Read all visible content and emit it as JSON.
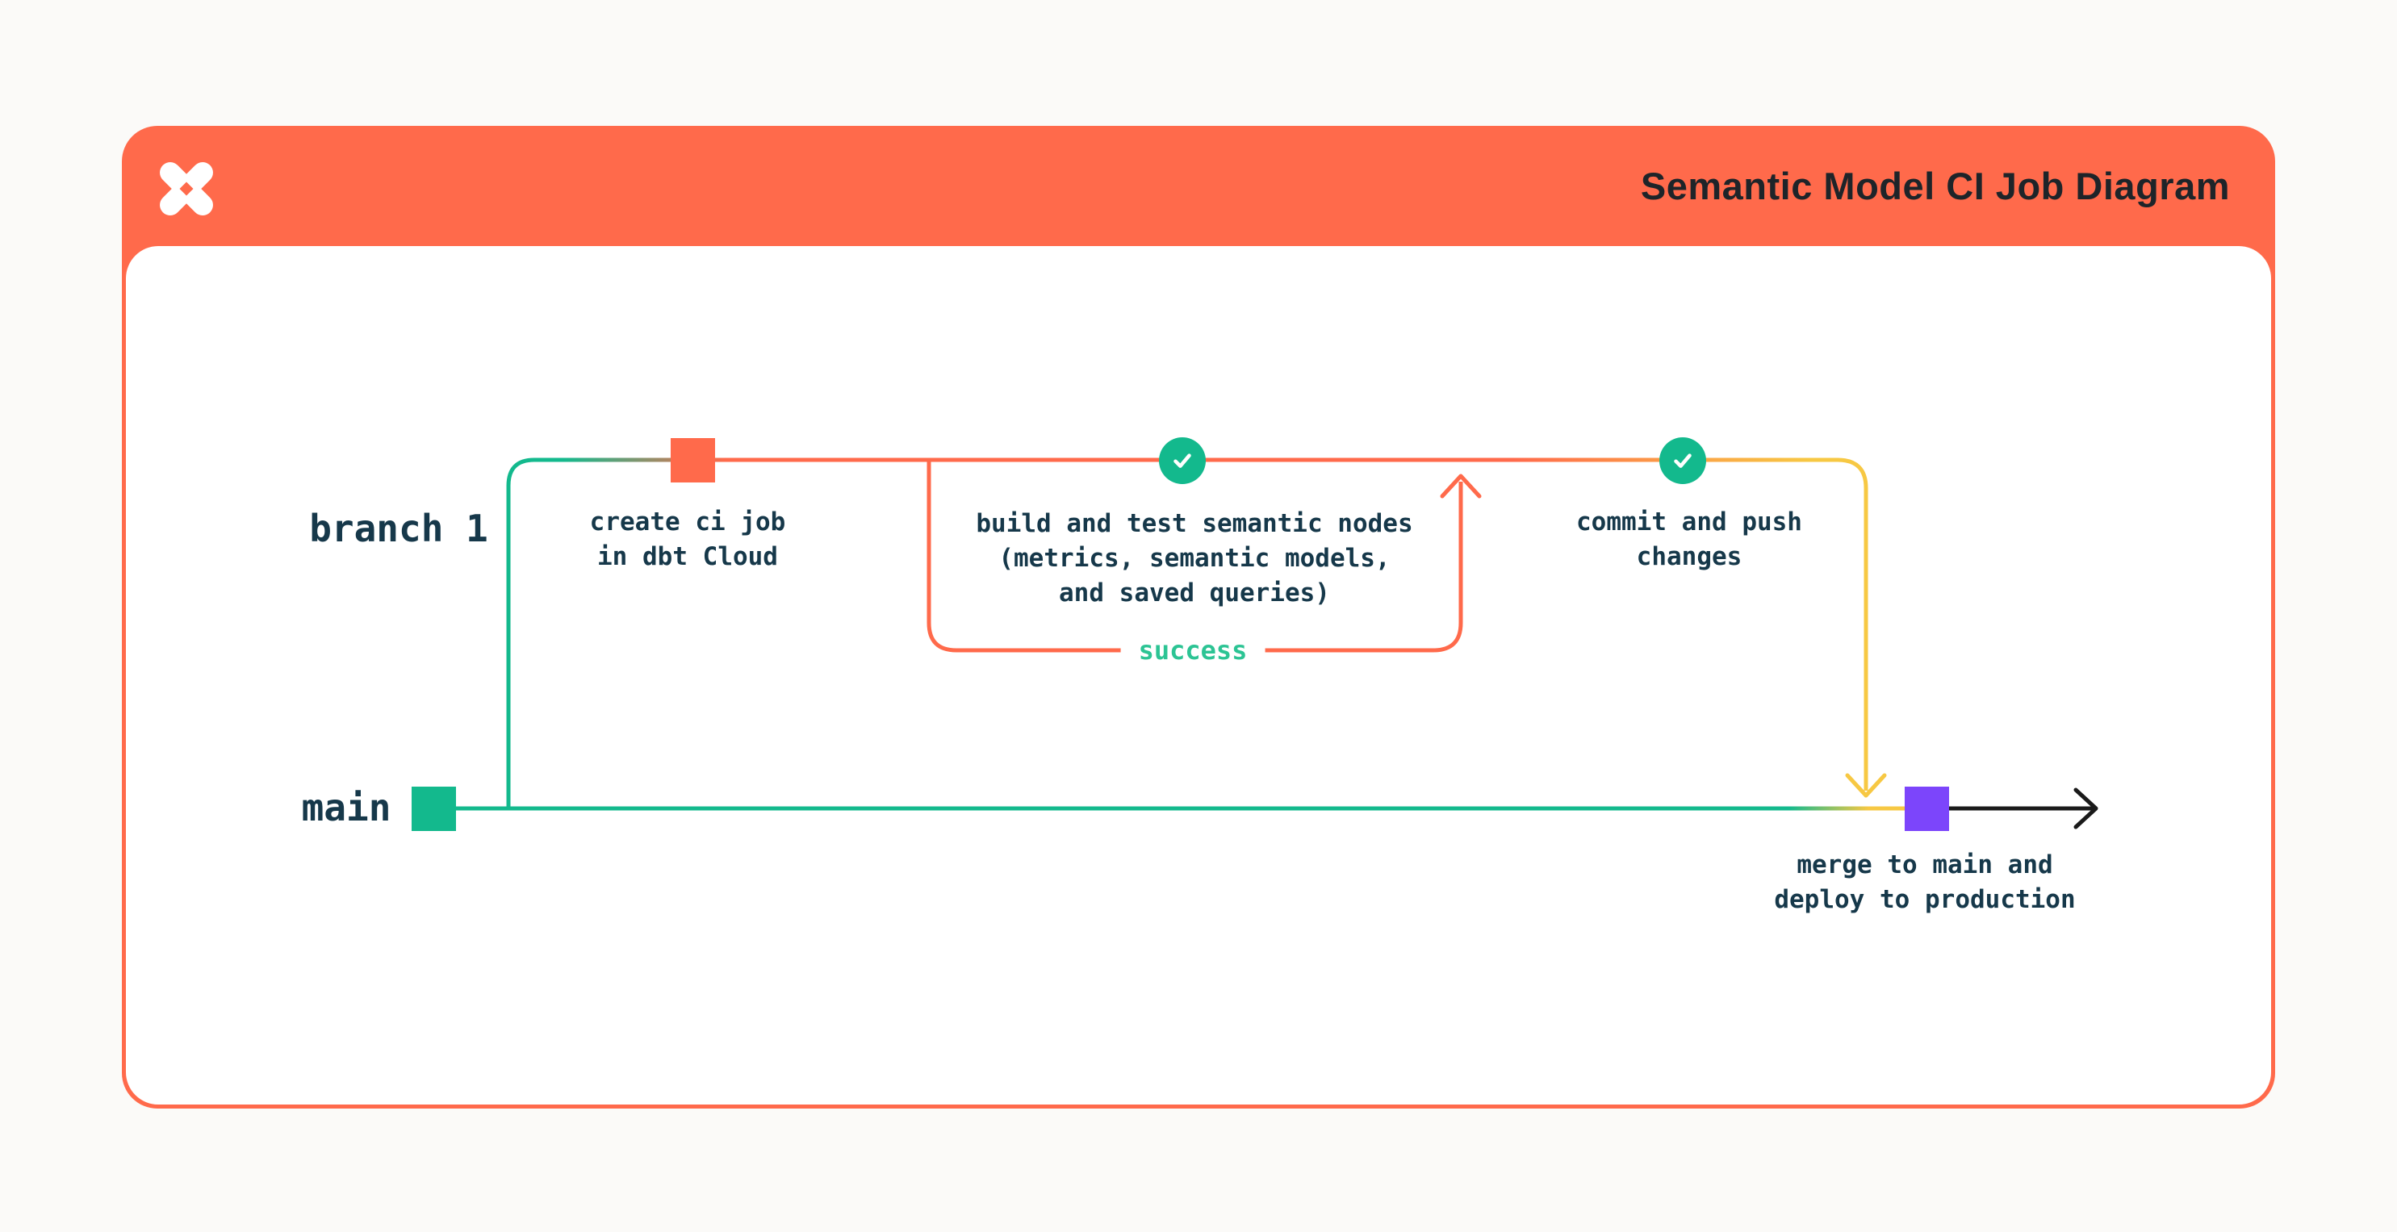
{
  "colors": {
    "page-bg": "#FBFAF8",
    "card-bg": "#FFFFFF",
    "orange": "#FF6A4B",
    "green": "#13B98D",
    "green-text": "#2CC494",
    "yellow": "#F7C843",
    "purple": "#7C45FB",
    "ink": "#16384A",
    "title-ink": "#1E2429",
    "black-line": "#1A1A1A"
  },
  "header": {
    "title": "Semantic Model CI Job Diagram",
    "logo_icon": "dbt-logo"
  },
  "lanes": {
    "branch": {
      "label": "branch 1"
    },
    "main": {
      "label": "main"
    }
  },
  "steps": {
    "create_ci": {
      "marker": "orange-commit-square",
      "lines": [
        "create ci job",
        "in dbt Cloud"
      ]
    },
    "build_test": {
      "marker": "green-check-circle",
      "lines": [
        "build and test semantic nodes",
        "(metrics, semantic models,",
        "and saved queries)"
      ]
    },
    "commit_push": {
      "marker": "green-check-circle",
      "lines": [
        "commit and push",
        "changes"
      ]
    },
    "merge": {
      "marker": "purple-commit-square",
      "lines": [
        "merge to main and",
        "deploy to production"
      ]
    },
    "main_start": {
      "marker": "green-commit-square"
    }
  },
  "loop": {
    "label": "success"
  }
}
